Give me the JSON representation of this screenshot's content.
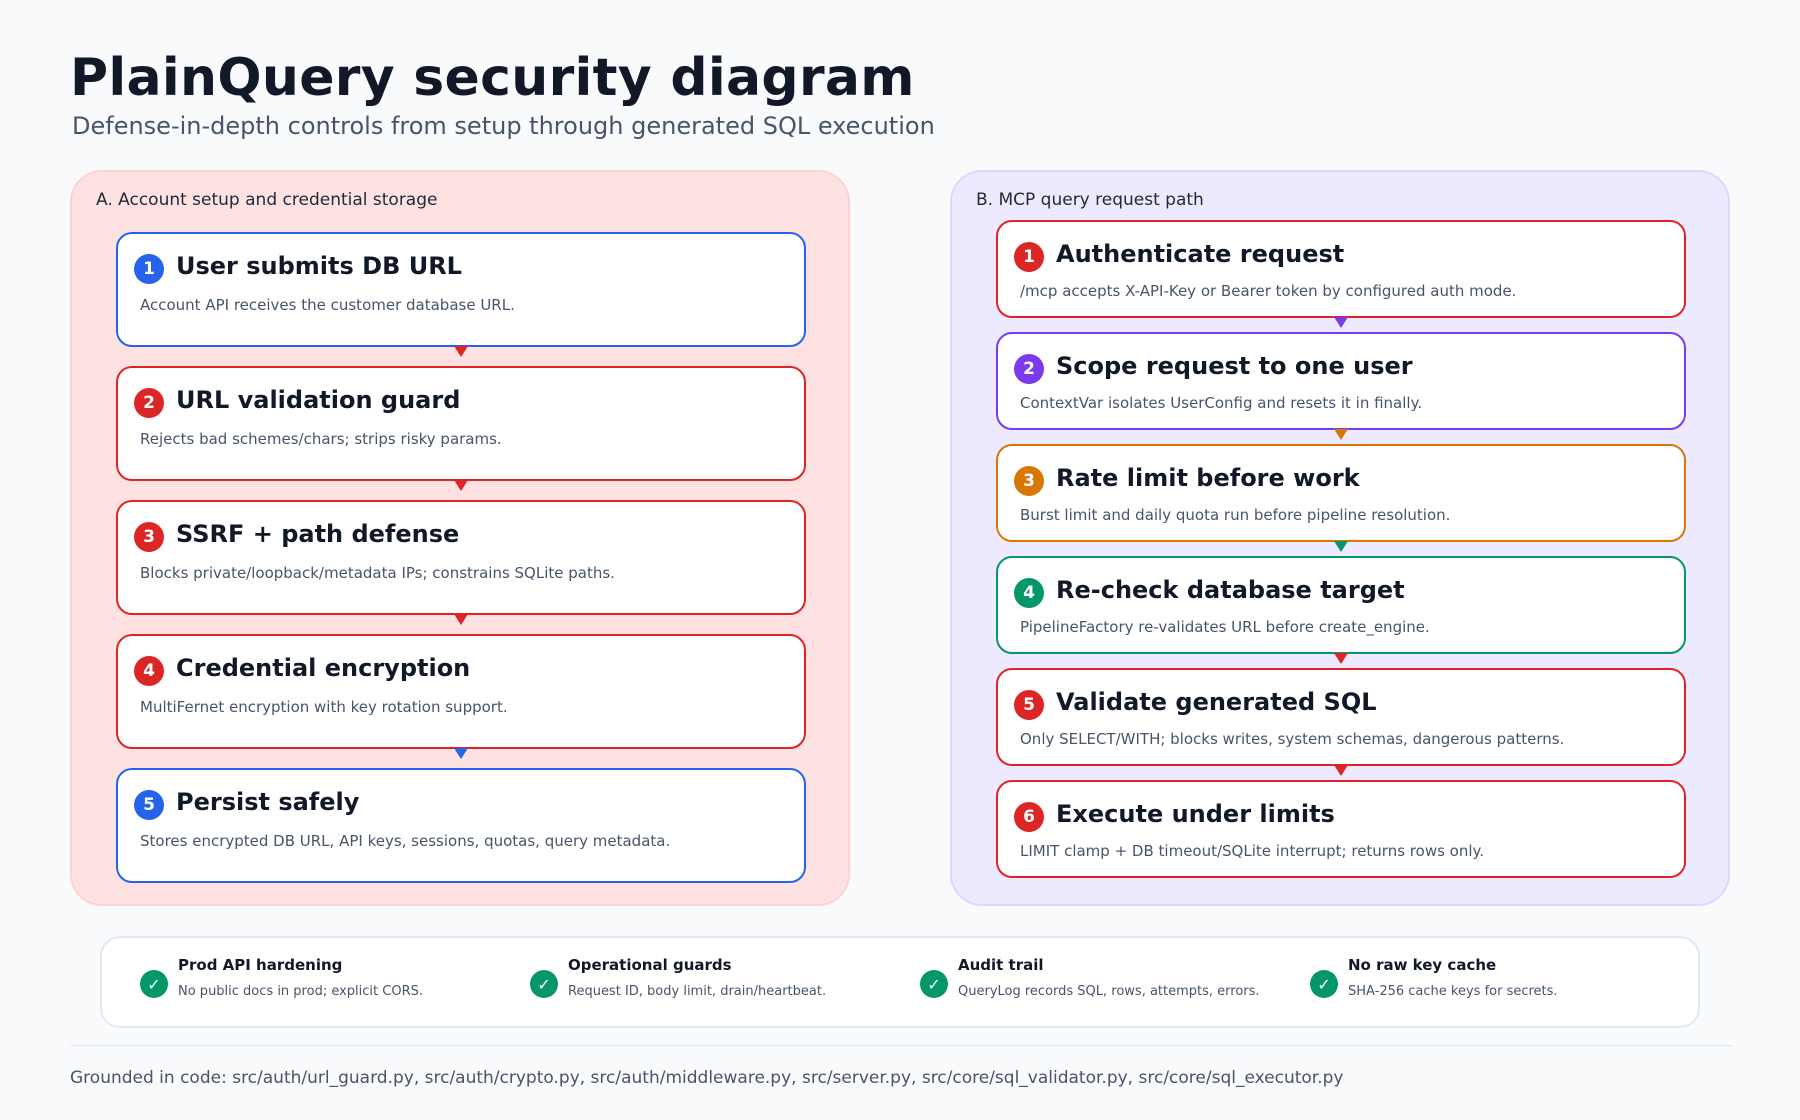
{
  "title": "PlainQuery security diagram",
  "subtitle": "Defense-in-depth controls from setup through generated SQL execution",
  "panel_a": {
    "label": "A. Account setup and credential storage",
    "steps": [
      {
        "num": "1",
        "title": "User submits DB URL",
        "desc": "Account API receives the customer database URL.",
        "color": "#2563eb"
      },
      {
        "num": "2",
        "title": "URL validation guard",
        "desc": "Rejects bad schemes/chars; strips risky params.",
        "color": "#dc2626"
      },
      {
        "num": "3",
        "title": "SSRF + path defense",
        "desc": "Blocks private/loopback/metadata IPs; constrains SQLite paths.",
        "color": "#dc2626"
      },
      {
        "num": "4",
        "title": "Credential encryption",
        "desc": "MultiFernet encryption with key rotation support.",
        "color": "#dc2626"
      },
      {
        "num": "5",
        "title": "Persist safely",
        "desc": "Stores encrypted DB URL, API keys, sessions, quotas, query metadata.",
        "color": "#2563eb"
      }
    ]
  },
  "panel_b": {
    "label": "B. MCP query request path",
    "steps": [
      {
        "num": "1",
        "title": "Authenticate request",
        "desc": "/mcp accepts X-API-Key or Bearer token by configured auth mode.",
        "color": "#dc2626"
      },
      {
        "num": "2",
        "title": "Scope request to one user",
        "desc": "ContextVar isolates UserConfig and resets it in finally.",
        "color": "#7c3aed"
      },
      {
        "num": "3",
        "title": "Rate limit before work",
        "desc": "Burst limit and daily quota run before pipeline resolution.",
        "color": "#d97706"
      },
      {
        "num": "4",
        "title": "Re-check database target",
        "desc": "PipelineFactory re-validates URL before create_engine.",
        "color": "#059669"
      },
      {
        "num": "5",
        "title": "Validate generated SQL",
        "desc": "Only SELECT/WITH; blocks writes, system schemas, dangerous patterns.",
        "color": "#dc2626"
      },
      {
        "num": "6",
        "title": "Execute under limits",
        "desc": "LIMIT clamp + DB timeout/SQLite interrupt; returns rows only.",
        "color": "#dc2626"
      }
    ]
  },
  "guards": [
    {
      "title": "Prod API hardening",
      "desc": "No public docs in prod; explicit CORS.",
      "icon": "check-icon"
    },
    {
      "title": "Operational guards",
      "desc": "Request ID, body limit, drain/heartbeat.",
      "icon": "check-icon"
    },
    {
      "title": "Audit trail",
      "desc": "QueryLog records SQL, rows, attempts, errors.",
      "icon": "check-icon"
    },
    {
      "title": "No raw key cache",
      "desc": "SHA-256 cache keys for secrets.",
      "icon": "check-icon"
    }
  ],
  "grounded": "Grounded in code: src/auth/url_guard.py, src/auth/crypto.py, src/auth/middleware.py, src/server.py, src/core/sql_validator.py, src/core/sql_executor.py",
  "colors": {
    "blue": "#2563eb",
    "red": "#dc2626",
    "purple": "#7c3aed",
    "orange": "#d97706",
    "green": "#059669",
    "panel_a_bg": "#fee2e2",
    "panel_b_bg": "#ede9fe"
  }
}
